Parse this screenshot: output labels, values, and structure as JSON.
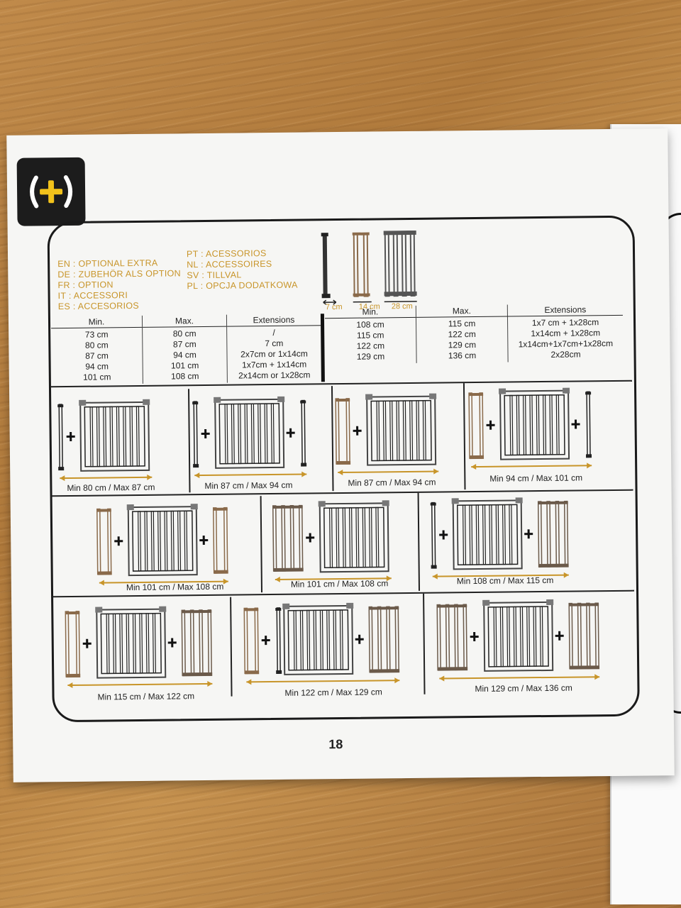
{
  "page_number": "18",
  "badge": {
    "symbol": "(+)"
  },
  "languages_left": [
    "EN : OPTIONAL EXTRA",
    "DE : ZUBEHÖR ALS OPTION",
    "FR : OPTION",
    "IT : ACCESSORI",
    "ES : ACCESORIOS"
  ],
  "languages_right": [
    "PT : ACESSORIOS",
    "NL : ACCESSOIRES",
    "SV : TILLVAL",
    "PL : OPCJA DODATKOWA"
  ],
  "extension_sizes": [
    "7 cm",
    "14 cm",
    "28 cm"
  ],
  "table": {
    "left": {
      "headers": [
        "Min.",
        "Max.",
        "Extensions"
      ],
      "min": [
        "73 cm",
        "80 cm",
        "87 cm",
        "94 cm",
        "101 cm"
      ],
      "max": [
        "80 cm",
        "87 cm",
        "94 cm",
        "101 cm",
        "108 cm"
      ],
      "ext": [
        "/",
        "7 cm",
        "2x7cm or 1x14cm",
        "1x7cm + 1x14cm",
        "2x14cm or 1x28cm"
      ]
    },
    "right": {
      "headers": [
        "Min.",
        "Max.",
        "Extensions"
      ],
      "min": [
        "108 cm",
        "115 cm",
        "122 cm",
        "129 cm"
      ],
      "max": [
        "115 cm",
        "122 cm",
        "129 cm",
        "136 cm"
      ],
      "ext": [
        "1x7 cm + 1x28cm",
        "1x14cm + 1x28cm",
        "1x14cm+1x7cm+1x28cm",
        "2x28cm"
      ]
    }
  },
  "configs": [
    {
      "caption": "Min 80 cm / Max 87 cm"
    },
    {
      "caption": "Min 87 cm / Max 94 cm"
    },
    {
      "caption": "Min 87 cm / Max 94 cm"
    },
    {
      "caption": "Min 94 cm / Max 101 cm"
    },
    {
      "caption": "Min 101 cm / Max 108 cm"
    },
    {
      "caption": "Min 101 cm / Max 108 cm"
    },
    {
      "caption": "Min 108 cm / Max 115 cm"
    },
    {
      "caption": "Min 115 cm / Max 122 cm"
    },
    {
      "caption": "Min 122 cm / Max 129 cm"
    },
    {
      "caption": "Min 129 cm / Max 136 cm"
    }
  ],
  "colors": {
    "accent": "#c8952a",
    "dark": "#1c1c1c",
    "badge_plus": "#f2c21b"
  }
}
